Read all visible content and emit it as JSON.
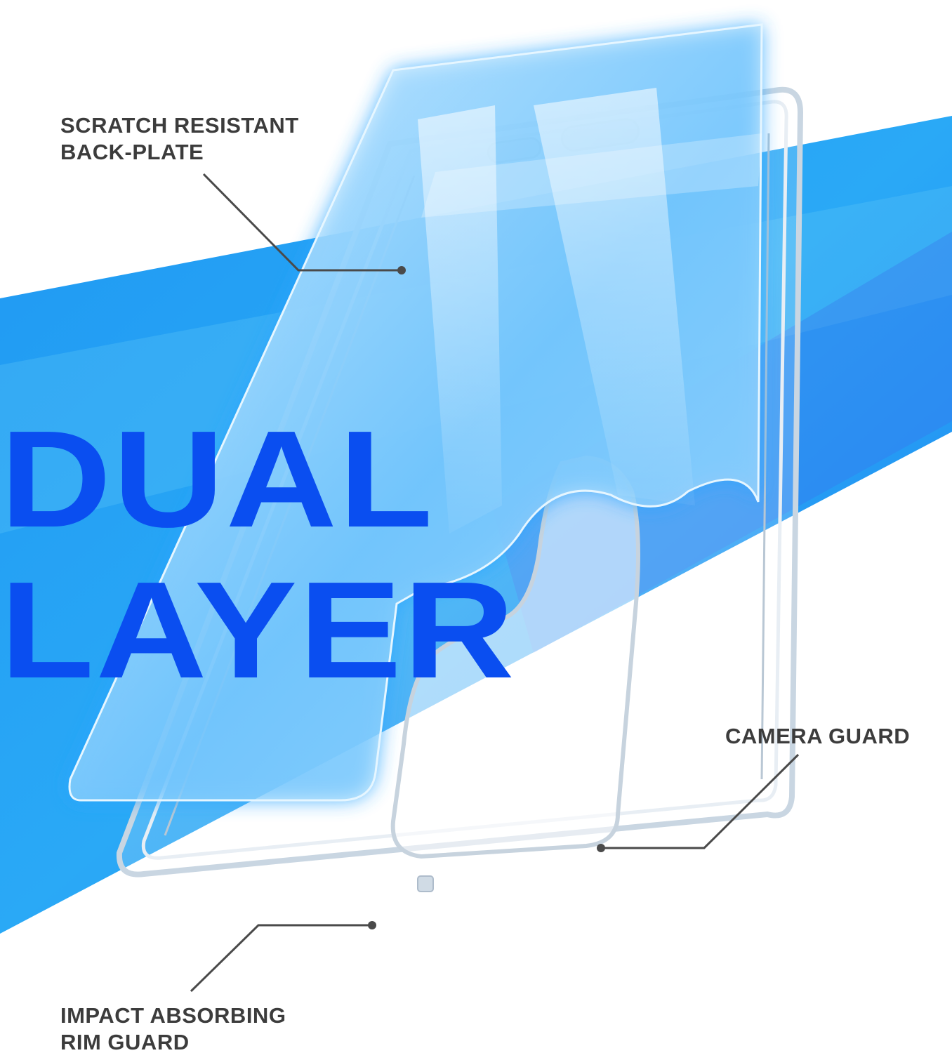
{
  "headline": {
    "line1": "DUAL",
    "line2": "LAYER"
  },
  "callouts": {
    "backplate": {
      "line1": "SCRATCH RESISTANT",
      "line2": "BACK-PLATE"
    },
    "camera": {
      "line1": "CAMERA GUARD"
    },
    "rim": {
      "line1": "IMPACT ABSORBING",
      "line2": "RIM GUARD"
    }
  },
  "colors": {
    "band_blue": "#1d8ff0",
    "band_light": "#5cc8f8",
    "headline_blue": "#0a4ef0",
    "glow": "#2aa6ff",
    "label_gray": "#3c3c3c"
  }
}
